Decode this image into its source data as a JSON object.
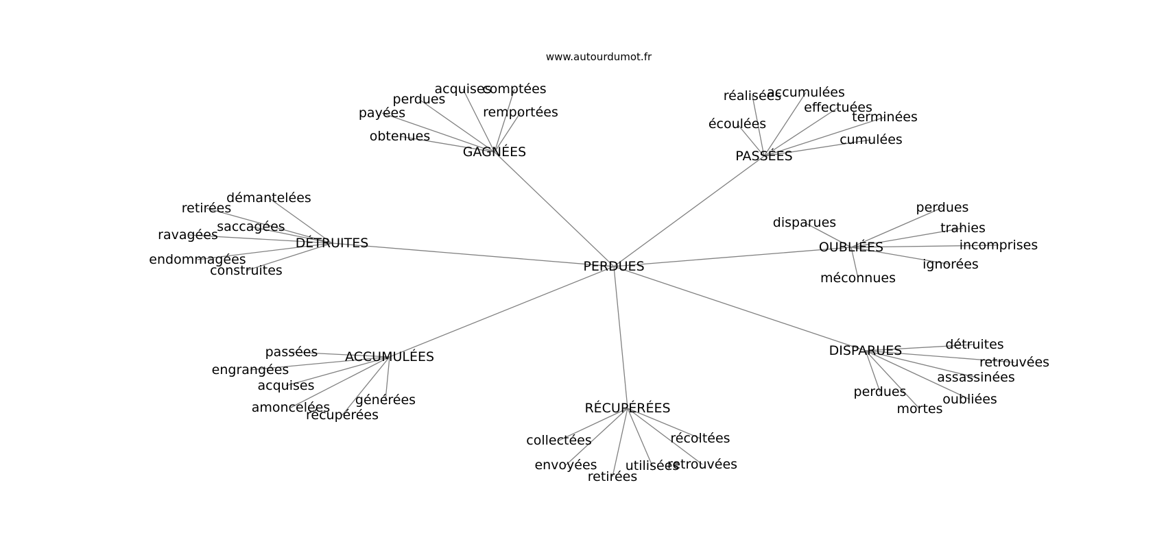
{
  "site": "www.autourdumot.fr",
  "colors": {
    "edge": "#808080",
    "text": "#000000",
    "background": "#ffffff"
  },
  "graph": {
    "center": "PERDUES",
    "hubs": [
      {
        "label": "GAGNÉES",
        "leaves": [
          "acquises",
          "comptées",
          "perdues",
          "payées",
          "remportées",
          "obtenues"
        ]
      },
      {
        "label": "PASSÉES",
        "leaves": [
          "réalisées",
          "accumulées",
          "effectuées",
          "écoulées",
          "terminées",
          "cumulées"
        ]
      },
      {
        "label": "DÉTRUITES",
        "leaves": [
          "démantelées",
          "retirées",
          "saccagées",
          "ravagées",
          "endommagées",
          "construites"
        ]
      },
      {
        "label": "OUBLIÉES",
        "leaves": [
          "perdues",
          "disparues",
          "trahies",
          "incomprises",
          "ignorées",
          "méconnues"
        ]
      },
      {
        "label": "ACCUMULÉES",
        "leaves": [
          "passées",
          "engrangées",
          "acquises",
          "générées",
          "amoncelées",
          "récupérées"
        ]
      },
      {
        "label": "DISPARUES",
        "leaves": [
          "détruites",
          "retrouvées",
          "assassinées",
          "perdues",
          "oubliées",
          "mortes"
        ]
      },
      {
        "label": "RÉCUPÉRÉES",
        "leaves": [
          "récoltées",
          "collectées",
          "envoyées",
          "utilisées",
          "retrouvées",
          "retirées"
        ]
      }
    ]
  }
}
